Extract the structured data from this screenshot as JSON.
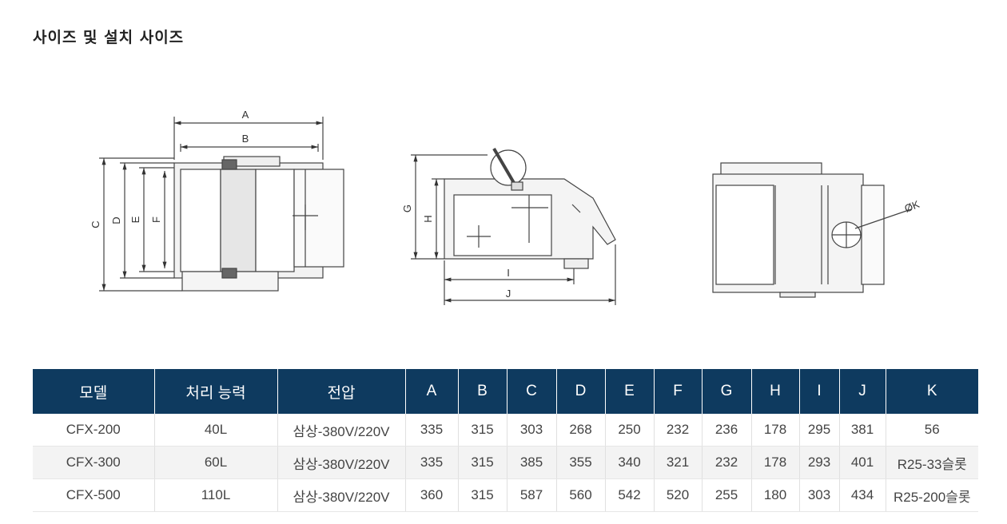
{
  "title": "사이즈 및 설치 사이즈",
  "drawing_labels": {
    "A": "A",
    "B": "B",
    "C": "C",
    "D": "D",
    "E": "E",
    "F": "F",
    "G": "G",
    "H": "H",
    "I": "I",
    "J": "J",
    "K": "ØK"
  },
  "table": {
    "headers": [
      "모델",
      "처리 능력",
      "전압",
      "A",
      "B",
      "C",
      "D",
      "E",
      "F",
      "G",
      "H",
      "I",
      "J",
      "K"
    ],
    "rows": [
      [
        "CFX-200",
        "40L",
        "삼상-380V/220V",
        "335",
        "315",
        "303",
        "268",
        "250",
        "232",
        "236",
        "178",
        "295",
        "381",
        "56"
      ],
      [
        "CFX-300",
        "60L",
        "삼상-380V/220V",
        "335",
        "315",
        "385",
        "355",
        "340",
        "321",
        "232",
        "178",
        "293",
        "401",
        "R25-33슬롯"
      ],
      [
        "CFX-500",
        "110L",
        "삼상-380V/220V",
        "360",
        "315",
        "587",
        "560",
        "542",
        "520",
        "255",
        "180",
        "303",
        "434",
        "R25-200슬롯"
      ]
    ]
  }
}
